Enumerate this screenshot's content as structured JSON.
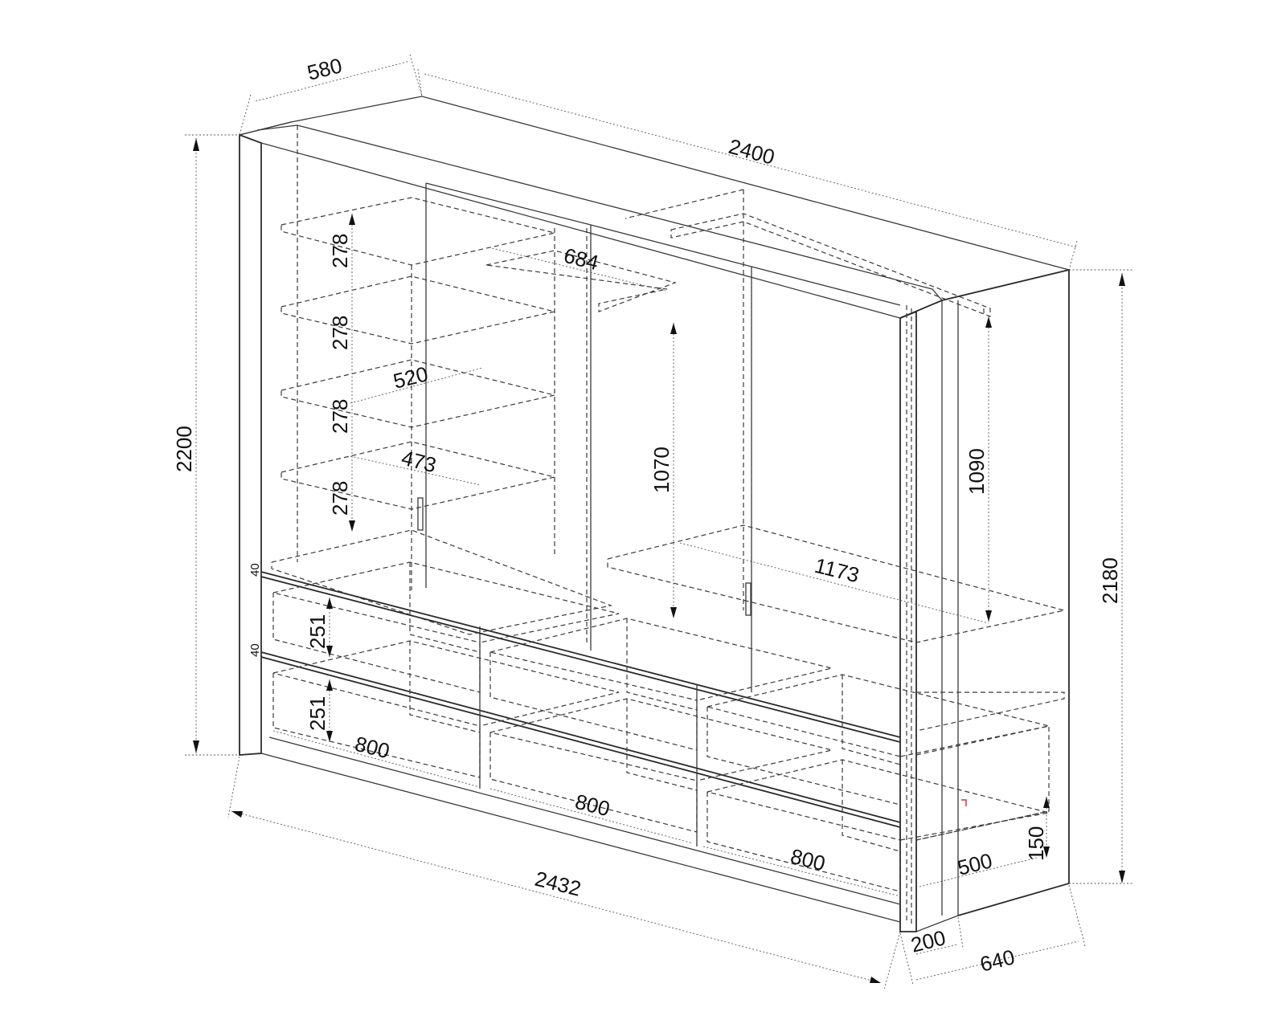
{
  "dimensions": {
    "top_depth": "580",
    "top_width": "2400",
    "height_left": "2200",
    "height_right": "2180",
    "shelf_gap_1": "278",
    "shelf_gap_2": "278",
    "shelf_gap_3": "278",
    "shelf_gap_4": "278",
    "rail_width": "684",
    "shelf_depth_upper": "520",
    "shelf_depth_lower": "473",
    "hanging_height_mid": "1070",
    "hanging_height_right": "1090",
    "inner_width_right": "1173",
    "drawer_height_1": "251",
    "drawer_height_2": "251",
    "gap_1": "40",
    "gap_2": "40",
    "drawer_width_1": "800",
    "drawer_width_2": "800",
    "drawer_width_3": "800",
    "bottom_width": "2432",
    "side_drawer_depth": "500",
    "side_drawer_height": "150",
    "plinth_depth": "200",
    "total_depth": "640"
  }
}
